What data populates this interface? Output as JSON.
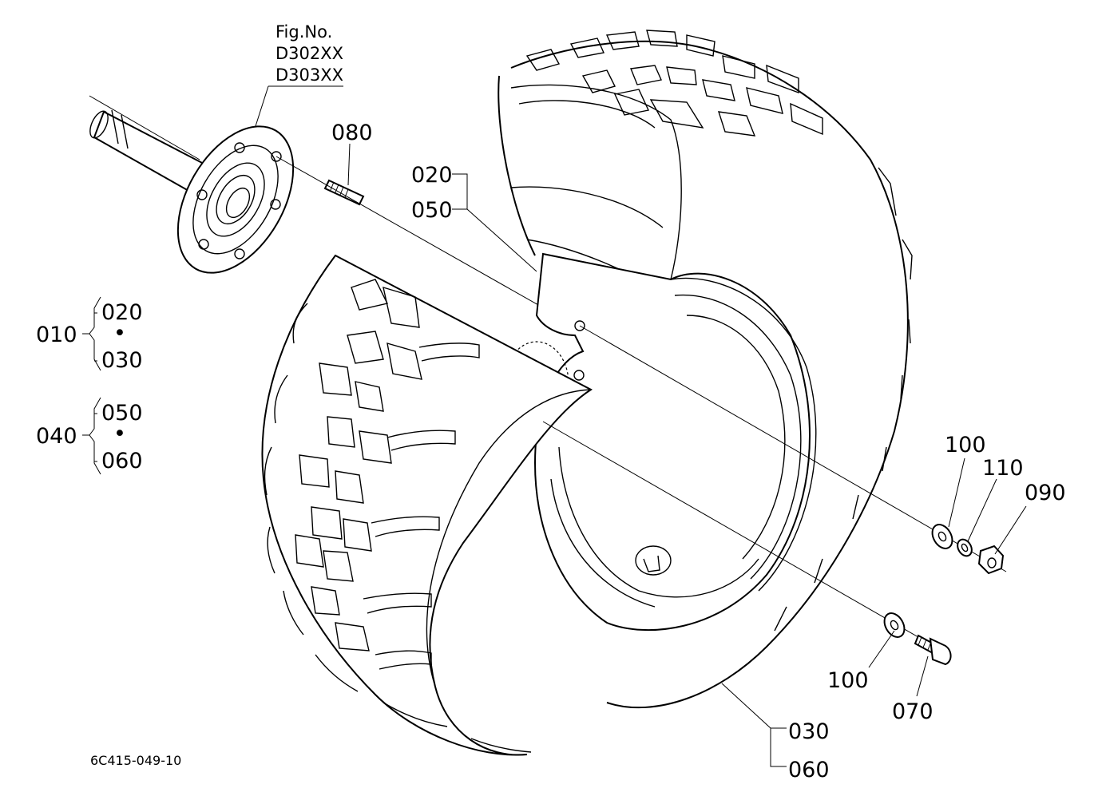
{
  "figure": {
    "fig_no_label": "Fig.No.",
    "fig_no_1": "D302XX",
    "fig_no_2": "D303XX",
    "drawing_code": "6C415-049-10"
  },
  "callouts": {
    "p080": "080",
    "p020": "020",
    "p050": "050",
    "p100_a": "100",
    "p110": "110",
    "p090": "090",
    "p100_b": "100",
    "p070": "070",
    "p030": "030",
    "p060": "060"
  },
  "assemblies": [
    {
      "label": "010",
      "top": "020",
      "sep": "•",
      "bottom": "030"
    },
    {
      "label": "040",
      "top": "050",
      "sep": "•",
      "bottom": "060"
    }
  ]
}
